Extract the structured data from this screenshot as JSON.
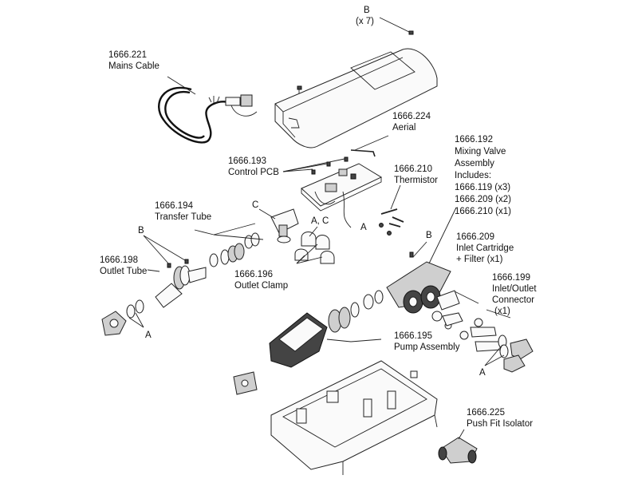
{
  "labels": {
    "b_top": "B",
    "b_top_qty": "(x 7)",
    "mains_cable_no": "1666.221",
    "mains_cable": "Mains Cable",
    "aerial_no": "1666.224",
    "aerial": "Aerial",
    "control_pcb_no": "1666.193",
    "control_pcb": "Control PCB",
    "thermistor_no": "1666.210",
    "thermistor": "Thermistor",
    "mixing_valve_no": "1666.192",
    "mixing_valve_1": "Mixing Valve",
    "mixing_valve_2": "Assembly",
    "mixing_valve_3": "Includes:",
    "mixing_valve_4": "1666.119 (x3)",
    "mixing_valve_5": "1666.209 (x2)",
    "mixing_valve_6": "1666.210 (x1)",
    "c_top": "C",
    "transfer_tube_no": "1666.194",
    "transfer_tube": "Transfer Tube",
    "a_c": "A, C",
    "a_mid": "A",
    "b_left": "B",
    "b_mid": "B",
    "outlet_tube_no": "1666.198",
    "outlet_tube": "Outlet Tube",
    "outlet_clamp_no": "1666.196",
    "outlet_clamp": "Outlet Clamp",
    "inlet_cartridge_no": "1666.209",
    "inlet_cartridge_1": "Inlet Cartridge",
    "inlet_cartridge_2": "+ Filter (x1)",
    "connector_no": "1666.199",
    "connector_1": "Inlet/Outlet",
    "connector_2": "Connector",
    "connector_3": "(x1)",
    "a_left": "A",
    "pump_no": "1666.195",
    "pump": "Pump Assembly",
    "a_right": "A",
    "isolator_no": "1666.225",
    "isolator": "Push Fit Isolator"
  }
}
